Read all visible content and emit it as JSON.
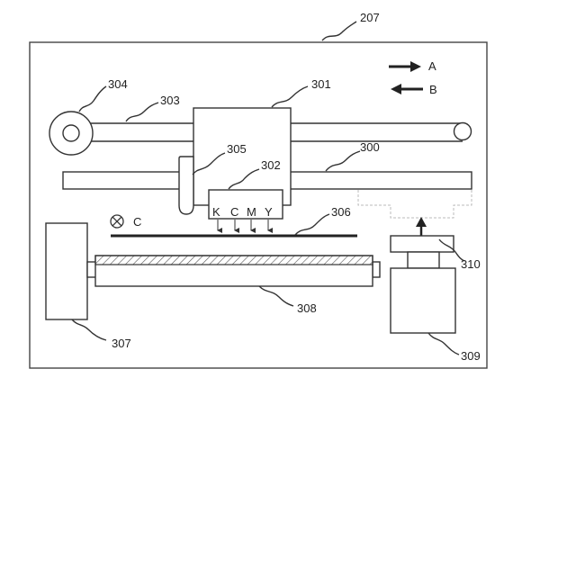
{
  "labels": {
    "frame": "207",
    "carriage_rail": "300",
    "carriage": "301",
    "head": "302",
    "belt": "303",
    "pulley": "304",
    "sensor": "305",
    "medium": "306",
    "motor": "307",
    "platen": "308",
    "cap_unit": "309",
    "cap": "310"
  },
  "legend": {
    "direction_a": "A",
    "direction_b": "B",
    "direction_c": "C"
  },
  "head_colors": [
    "K",
    "C",
    "M",
    "Y"
  ]
}
